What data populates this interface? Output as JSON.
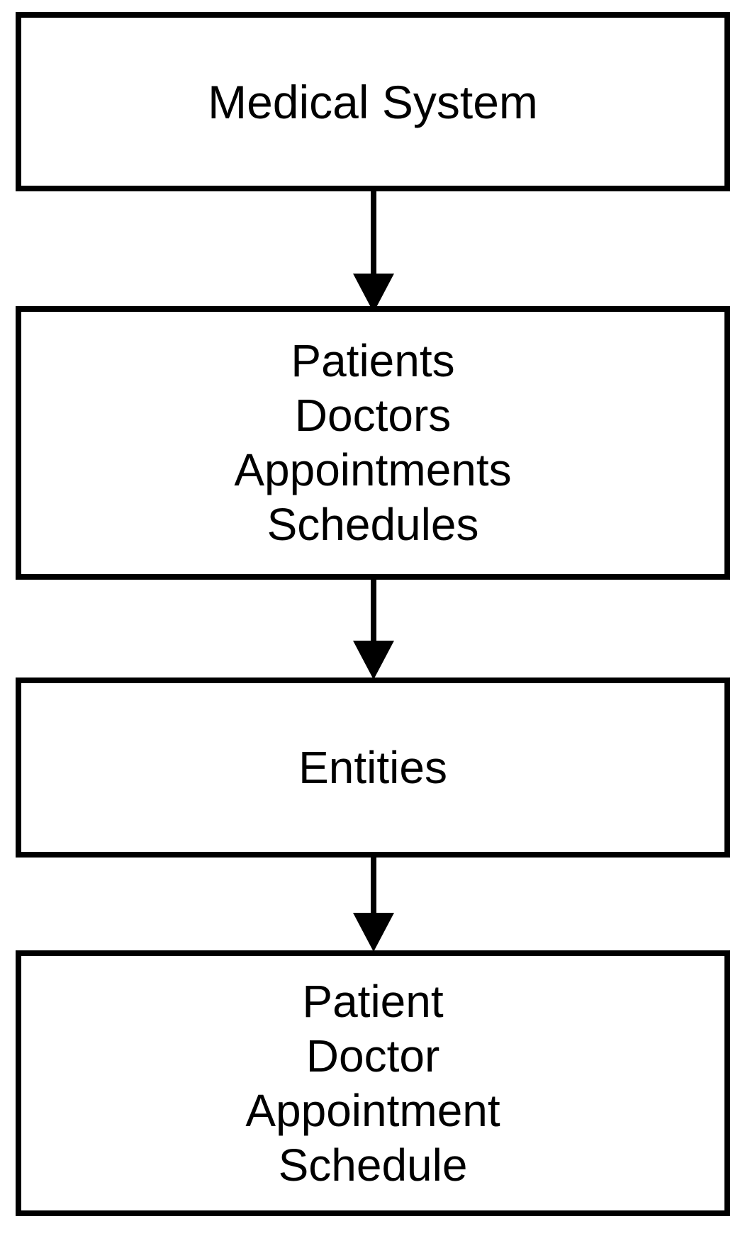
{
  "diagram": {
    "type": "flowchart",
    "direction": "top-down",
    "colors": {
      "background": "#ffffff",
      "line": "#000000",
      "text": "#000000"
    },
    "boxes": [
      {
        "id": "medical-system",
        "lines": [
          "Medical System"
        ]
      },
      {
        "id": "plural-entities",
        "lines": [
          "Patients",
          "Doctors",
          "Appointments",
          "Schedules"
        ]
      },
      {
        "id": "entities",
        "lines": [
          "Entities"
        ]
      },
      {
        "id": "singular-entities",
        "lines": [
          "Patient",
          "Doctor",
          "Appointment",
          "Schedule"
        ]
      }
    ],
    "connectors": [
      {
        "from": "medical-system",
        "to": "plural-entities",
        "style": "arrow-down"
      },
      {
        "from": "plural-entities",
        "to": "entities",
        "style": "arrow-down"
      },
      {
        "from": "entities",
        "to": "singular-entities",
        "style": "arrow-down"
      }
    ]
  }
}
